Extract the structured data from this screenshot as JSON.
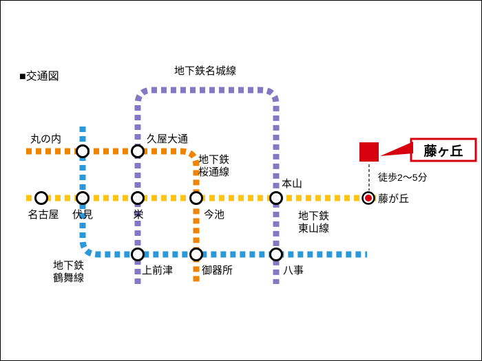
{
  "page": {
    "title": "■交通図"
  },
  "colors": {
    "meijo_purple": "#8478c2",
    "sakuradori_orange": "#f08300",
    "higashiyama_yellow": "#fcc415",
    "tsurumai_blue": "#2b99d8",
    "accent_red": "#d7000f"
  },
  "lines": {
    "meijo": {
      "name": "地下鉄名城線"
    },
    "sakuradori": {
      "name_l1": "地下鉄",
      "name_l2": "桜通線"
    },
    "higashiyama": {
      "name_l1": "地下鉄",
      "name_l2": "東山線"
    },
    "tsurumai": {
      "name_l1": "地下鉄",
      "name_l2": "鶴舞線"
    }
  },
  "stations": {
    "marunouchi": "丸の内",
    "hisaya_odori": "久屋大通",
    "nagoya": "名古屋",
    "fushimi": "伏見",
    "sakae": "栄",
    "imaike": "今池",
    "motoyama": "本山",
    "kamimaezu": "上前津",
    "gokiso": "御器所",
    "yagoto": "八事",
    "fujigaoka": "藤が丘"
  },
  "callout": {
    "destination": "藤ヶ丘",
    "walk_time": "徒歩2〜5分"
  }
}
